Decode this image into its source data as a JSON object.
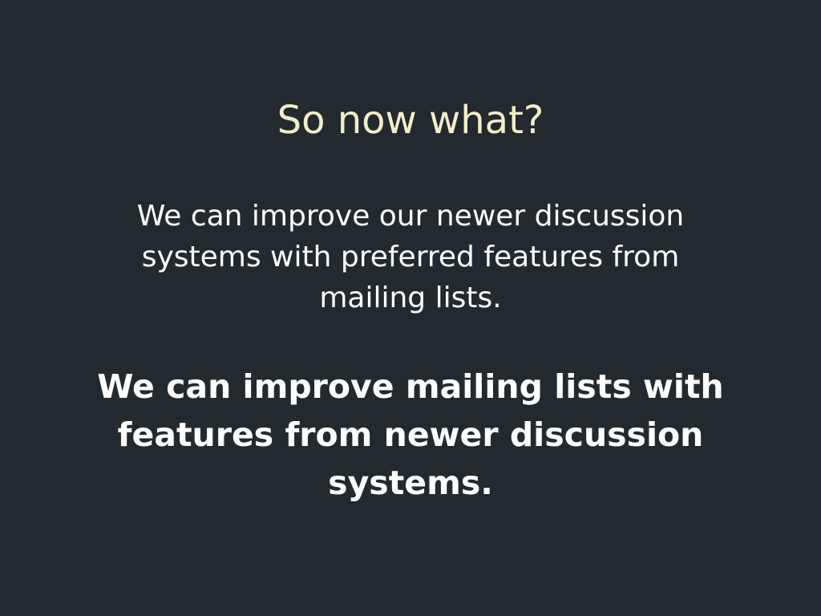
{
  "slide": {
    "title": "So now what?",
    "paragraph_one": "We can improve our newer discussion systems with preferred features from mailing lists.",
    "paragraph_two": "We can improve mailing lists with features from newer discussion systems."
  },
  "colors": {
    "background": "#222a2f",
    "title": "#f4edcb",
    "body_text": "#ffffff"
  }
}
